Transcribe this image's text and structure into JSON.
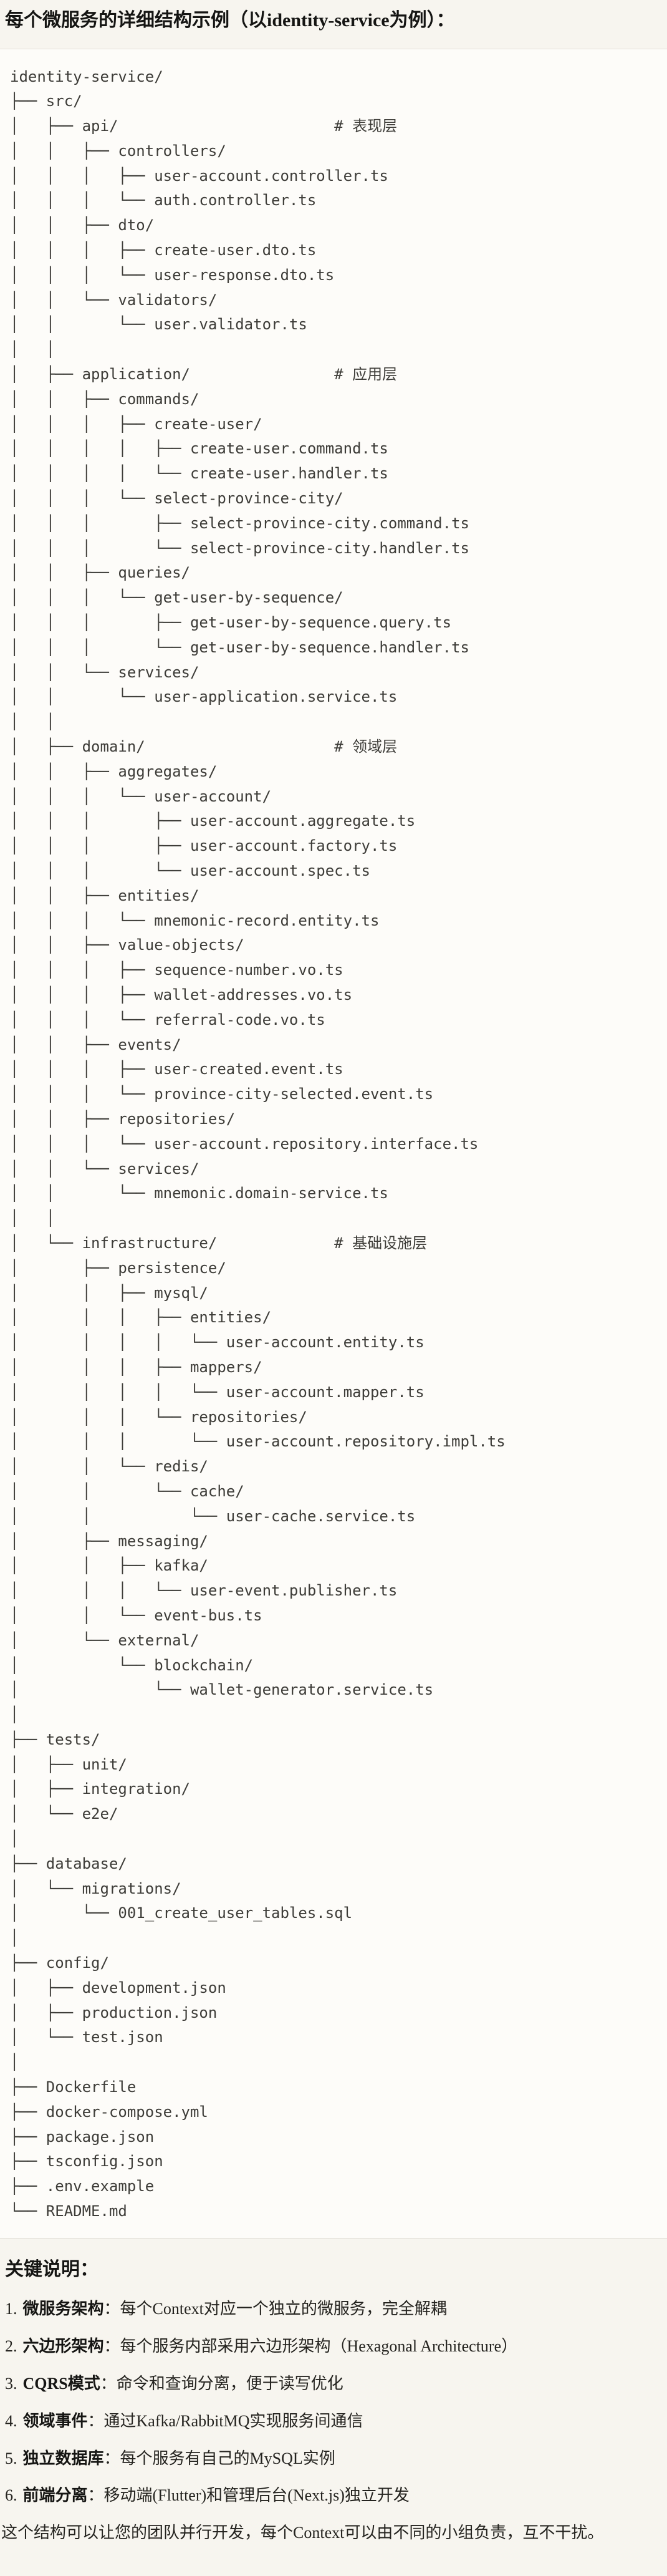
{
  "title": "每个微服务的详细结构示例（以identity-service为例）：",
  "tree": "identity-service/\n├── src/\n│   ├── api/                        # 表现层\n│   │   ├── controllers/\n│   │   │   ├── user-account.controller.ts\n│   │   │   └── auth.controller.ts\n│   │   ├── dto/\n│   │   │   ├── create-user.dto.ts\n│   │   │   └── user-response.dto.ts\n│   │   └── validators/\n│   │       └── user.validator.ts\n│   │\n│   ├── application/                # 应用层\n│   │   ├── commands/\n│   │   │   ├── create-user/\n│   │   │   │   ├── create-user.command.ts\n│   │   │   │   └── create-user.handler.ts\n│   │   │   └── select-province-city/\n│   │   │       ├── select-province-city.command.ts\n│   │   │       └── select-province-city.handler.ts\n│   │   ├── queries/\n│   │   │   └── get-user-by-sequence/\n│   │   │       ├── get-user-by-sequence.query.ts\n│   │   │       └── get-user-by-sequence.handler.ts\n│   │   └── services/\n│   │       └── user-application.service.ts\n│   │\n│   ├── domain/                     # 领域层\n│   │   ├── aggregates/\n│   │   │   └── user-account/\n│   │   │       ├── user-account.aggregate.ts\n│   │   │       ├── user-account.factory.ts\n│   │   │       └── user-account.spec.ts\n│   │   ├── entities/\n│   │   │   └── mnemonic-record.entity.ts\n│   │   ├── value-objects/\n│   │   │   ├── sequence-number.vo.ts\n│   │   │   ├── wallet-addresses.vo.ts\n│   │   │   └── referral-code.vo.ts\n│   │   ├── events/\n│   │   │   ├── user-created.event.ts\n│   │   │   └── province-city-selected.event.ts\n│   │   ├── repositories/\n│   │   │   └── user-account.repository.interface.ts\n│   │   └── services/\n│   │       └── mnemonic.domain-service.ts\n│   │\n│   └── infrastructure/             # 基础设施层\n│       ├── persistence/\n│       │   ├── mysql/\n│       │   │   ├── entities/\n│       │   │   │   └── user-account.entity.ts\n│       │   │   ├── mappers/\n│       │   │   │   └── user-account.mapper.ts\n│       │   │   └── repositories/\n│       │   │       └── user-account.repository.impl.ts\n│       │   └── redis/\n│       │       └── cache/\n│       │           └── user-cache.service.ts\n│       ├── messaging/\n│       │   ├── kafka/\n│       │   │   └── user-event.publisher.ts\n│       │   └── event-bus.ts\n│       └── external/\n│           └── blockchain/\n│               └── wallet-generator.service.ts\n│\n├── tests/\n│   ├── unit/\n│   ├── integration/\n│   └── e2e/\n│\n├── database/\n│   └── migrations/\n│       └── 001_create_user_tables.sql\n│\n├── config/\n│   ├── development.json\n│   ├── production.json\n│   └── test.json\n│\n├── Dockerfile\n├── docker-compose.yml\n├── package.json\n├── tsconfig.json\n├── .env.example\n└── README.md",
  "notes": {
    "heading": "关键说明：",
    "items": [
      {
        "num": "1.",
        "term": "微服务架构",
        "desc": "：每个Context对应一个独立的微服务，完全解耦"
      },
      {
        "num": "2.",
        "term": "六边形架构",
        "desc": "：每个服务内部采用六边形架构（Hexagonal Architecture）"
      },
      {
        "num": "3.",
        "term": "CQRS模式",
        "desc": "：命令和查询分离，便于读写优化"
      },
      {
        "num": "4.",
        "term": "领域事件",
        "desc": "：通过Kafka/RabbitMQ实现服务间通信"
      },
      {
        "num": "5.",
        "term": "独立数据库",
        "desc": "：每个服务有自己的MySQL实例"
      },
      {
        "num": "6.",
        "term": "前端分离",
        "desc": "：移动端(Flutter)和管理后台(Next.js)独立开发"
      }
    ]
  },
  "footer": "这个结构可以让您的团队并行开发，每个Context可以由不同的小组负责，互不干扰。"
}
